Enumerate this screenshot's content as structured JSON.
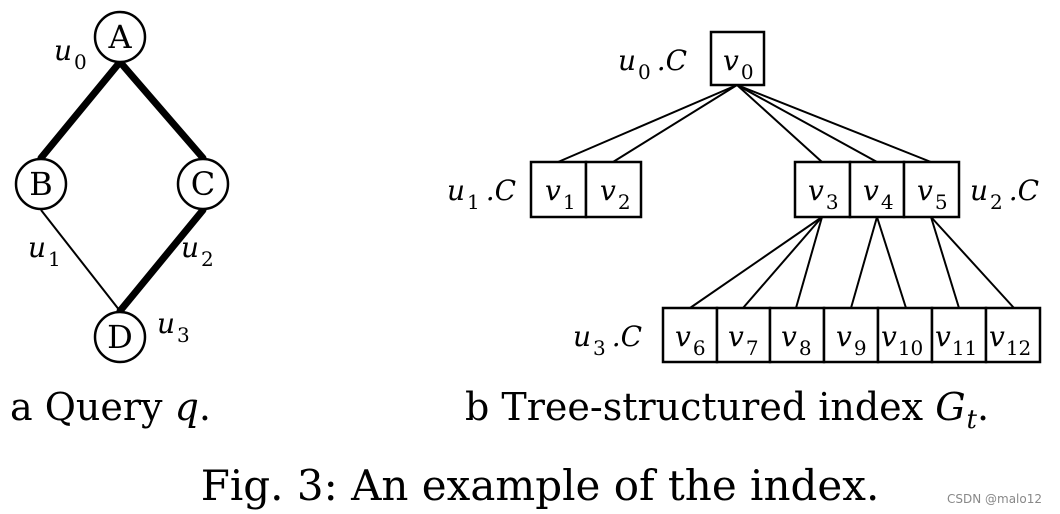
{
  "query": {
    "nodes": {
      "A": "A",
      "B": "B",
      "C": "C",
      "D": "D"
    },
    "labels": {
      "u0": {
        "base": "u",
        "sub": "0"
      },
      "u1": {
        "base": "u",
        "sub": "1"
      },
      "u2": {
        "base": "u",
        "sub": "2"
      },
      "u3": {
        "base": "u",
        "sub": "3"
      }
    },
    "caption": {
      "prefix": "a Query ",
      "var": "q",
      "suffix": "."
    }
  },
  "index": {
    "root": {
      "base": "v",
      "sub": "0"
    },
    "level1_left": [
      {
        "base": "v",
        "sub": "1"
      },
      {
        "base": "v",
        "sub": "2"
      }
    ],
    "level1_right": [
      {
        "base": "v",
        "sub": "3"
      },
      {
        "base": "v",
        "sub": "4"
      },
      {
        "base": "v",
        "sub": "5"
      }
    ],
    "level2": [
      {
        "base": "v",
        "sub": "6"
      },
      {
        "base": "v",
        "sub": "7"
      },
      {
        "base": "v",
        "sub": "8"
      },
      {
        "base": "v",
        "sub": "9"
      },
      {
        "base": "v",
        "sub": "10"
      },
      {
        "base": "v",
        "sub": "11"
      },
      {
        "base": "v",
        "sub": "12"
      }
    ],
    "side_labels": {
      "u0C": {
        "base": "u",
        "sub": "0",
        "tail": ".C"
      },
      "u1C": {
        "base": "u",
        "sub": "1",
        "tail": ".C"
      },
      "u2C": {
        "base": "u",
        "sub": "2",
        "tail": ".C"
      },
      "u3C": {
        "base": "u",
        "sub": "3",
        "tail": ".C"
      }
    },
    "caption": {
      "prefix": "b Tree-structured index ",
      "var": "G",
      "sub": "t",
      "suffix": "."
    }
  },
  "figure_caption": "Fig. 3: An example of the index.",
  "watermark": "CSDN @malo12"
}
